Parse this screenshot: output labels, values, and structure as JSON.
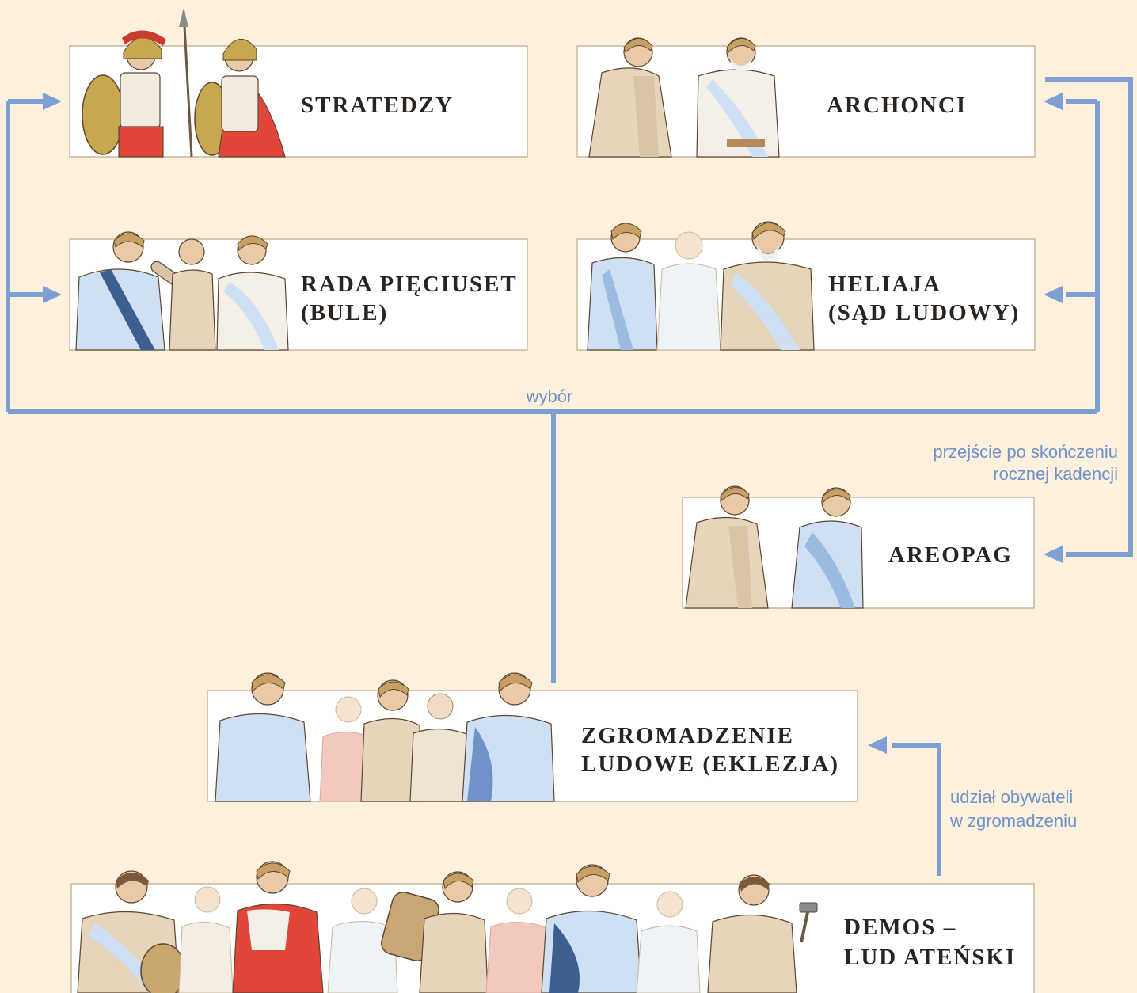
{
  "colors": {
    "background": "#fdf0dc",
    "panel": "#ffffff",
    "panel_border": "#c9b79b",
    "connector": "#7d9fd3",
    "label_text": "#6e92c8",
    "title_text": "#2a2420",
    "robe_blue": "#cfe0f4",
    "robe_beige": "#e6d4bb",
    "robe_red": "#e0473a"
  },
  "boxes": {
    "stratedzy": {
      "lines": [
        "STRATEDZY"
      ]
    },
    "archonci": {
      "lines": [
        "ARCHONCI"
      ]
    },
    "rada": {
      "lines": [
        "RADA PIĘCIUSET",
        "(BULE)"
      ]
    },
    "heliaja": {
      "lines": [
        "HELIAJA",
        "(SĄD LUDOWY)"
      ]
    },
    "areopag": {
      "lines": [
        "AREOPAG"
      ]
    },
    "zgromadzenie": {
      "lines": [
        "ZGROMADZENIE",
        "LUDOWE (EKLEZJA)"
      ]
    },
    "demos": {
      "lines": [
        "DEMOS –",
        "LUD ATEŃSKI"
      ]
    }
  },
  "labels": {
    "wybor": "wybór",
    "przejscie": [
      "przejście po skończeniu",
      "rocznej kadencji"
    ],
    "udzial": [
      "udział obywateli",
      "w zgromadzeniu"
    ]
  }
}
